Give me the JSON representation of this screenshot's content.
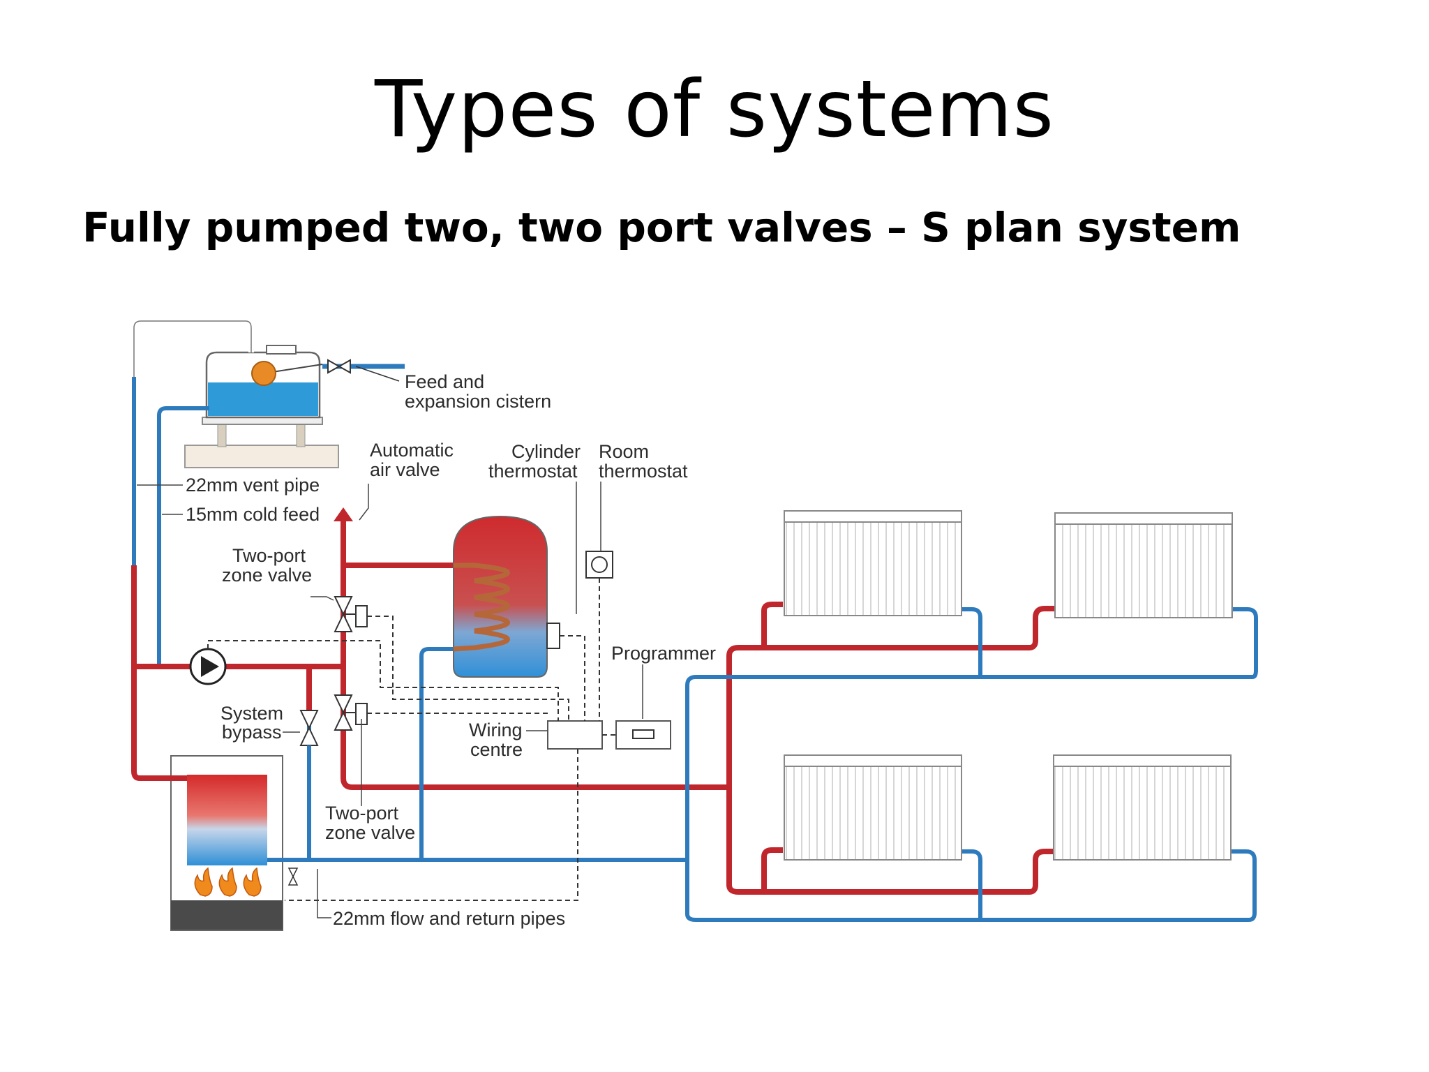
{
  "slide": {
    "title": "Types of systems",
    "subtitle": "Fully pumped two, two port valves – S plan system"
  },
  "diagram": {
    "labels": {
      "feed_cistern_1": "Feed and",
      "feed_cistern_2": "expansion cistern",
      "air_valve_1": "Automatic",
      "air_valve_2": "air valve",
      "cyl_thermo_1": "Cylinder",
      "cyl_thermo_2": "thermostat",
      "room_thermo_1": "Room",
      "room_thermo_2": "thermostat",
      "vent_pipe": "22mm vent pipe",
      "cold_feed": "15mm cold feed",
      "zone_valve_top_1": "Two-port",
      "zone_valve_top_2": "zone valve",
      "programmer": "Programmer",
      "bypass_1": "System",
      "bypass_2": "bypass",
      "wiring_1": "Wiring",
      "wiring_2": "centre",
      "zone_valve_bot_1": "Two-port",
      "zone_valve_bot_2": "zone valve",
      "flow_return": "22mm flow and return pipes"
    },
    "colors": {
      "flow_pipe": "#c0272d",
      "return_pipe": "#2d7bbd",
      "water": "#2f9ad8",
      "float_ball": "#e88a26",
      "coil": "#b5673a",
      "flame": "#f08a1c",
      "boiler_base": "#4a4a4a",
      "outline": "#555555"
    }
  }
}
